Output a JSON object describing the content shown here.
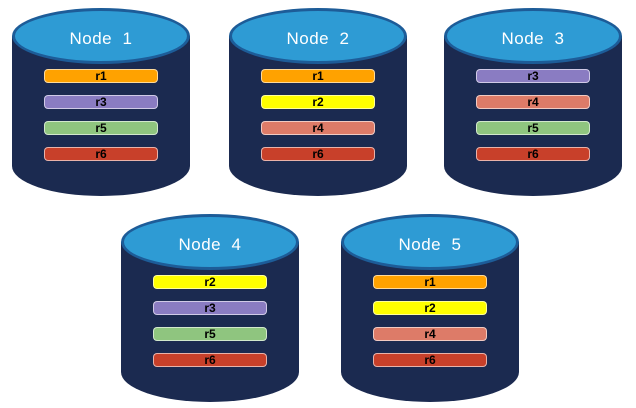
{
  "diagram": {
    "colors": {
      "cylinder_body": "#1B2A50",
      "cylinder_top_fill": "#2E9BD4",
      "cylinder_top_border": "#1D5C98",
      "node_label_text": "#FFFFFF",
      "replica_label_text": "#000000",
      "replica_r1": "#FFA200",
      "replica_r2": "#FFFF00",
      "replica_r3": "#8A7CC2",
      "replica_r4": "#DD7B68",
      "replica_r5": "#8FC57F",
      "replica_r6": "#C8402A"
    },
    "nodes": [
      {
        "label": "Node  1",
        "replicas": [
          {
            "id": "r1",
            "color": "#FFA200"
          },
          {
            "id": "r3",
            "color": "#8A7CC2"
          },
          {
            "id": "r5",
            "color": "#8FC57F"
          },
          {
            "id": "r6",
            "color": "#C8402A"
          }
        ]
      },
      {
        "label": "Node  2",
        "replicas": [
          {
            "id": "r1",
            "color": "#FFA200"
          },
          {
            "id": "r2",
            "color": "#FFFF00"
          },
          {
            "id": "r4",
            "color": "#DD7B68"
          },
          {
            "id": "r6",
            "color": "#C8402A"
          }
        ]
      },
      {
        "label": "Node  3",
        "replicas": [
          {
            "id": "r3",
            "color": "#8A7CC2"
          },
          {
            "id": "r4",
            "color": "#DD7B68"
          },
          {
            "id": "r5",
            "color": "#8FC57F"
          },
          {
            "id": "r6",
            "color": "#C8402A"
          }
        ]
      },
      {
        "label": "Node  4",
        "replicas": [
          {
            "id": "r2",
            "color": "#FFFF00"
          },
          {
            "id": "r3",
            "color": "#8A7CC2"
          },
          {
            "id": "r5",
            "color": "#8FC57F"
          },
          {
            "id": "r6",
            "color": "#C8402A"
          }
        ]
      },
      {
        "label": "Node  5",
        "replicas": [
          {
            "id": "r1",
            "color": "#FFA200"
          },
          {
            "id": "r2",
            "color": "#FFFF00"
          },
          {
            "id": "r4",
            "color": "#DD7B68"
          },
          {
            "id": "r6",
            "color": "#C8402A"
          }
        ]
      }
    ]
  }
}
